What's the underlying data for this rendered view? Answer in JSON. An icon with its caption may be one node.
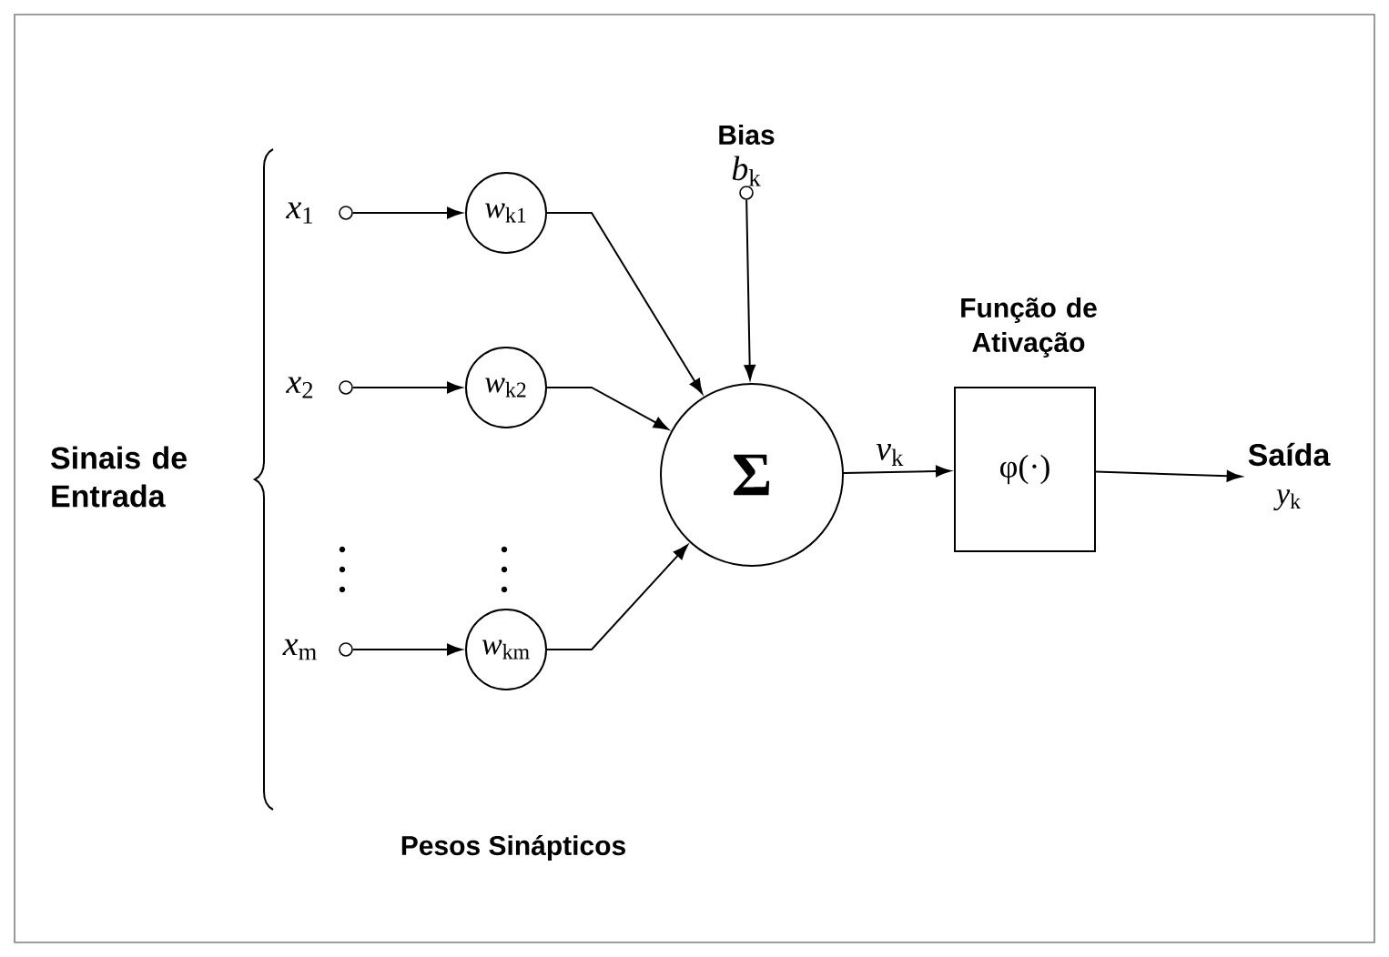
{
  "diagram": {
    "nodes": [
      {
        "text": [],
        "shape": "circle",
        "beside": [
          "*x*$_{1}$"
        ]
      },
      {
        "text": [],
        "shape": "circle",
        "beside": [
          "*x*$_{2}$"
        ]
      },
      {
        "text": [],
        "shape": "circle",
        "beside": [
          "*x*$_{m}$"
        ]
      },
      {
        "text": [
          "*w*$_{k1}$"
        ]
      },
      {
        "text": [
          "*w*$_{k2}$"
        ]
      },
      {
        "text": [
          "*w*$_{km}$"
        ]
      },
      {
        "text": [],
        "shape": "circle",
        "beside": [
          "Bias",
          "*b*$_{k}$"
        ]
      },
      {
        "text": [
          "Σ"
        ]
      },
      {
        "text": [
          "φ(·)"
        ],
        "beside": [
          "Função de Ativação"
        ]
      },
      {
        "text": [
          "Saída",
          "*y*$_{k}$"
        ]
      }
    ],
    "edges": [
      {
        "from": 0,
        "to": 3,
        "arrow": "to"
      },
      {
        "from": 1,
        "to": 4,
        "arrow": "to"
      },
      {
        "from": 2,
        "to": 5,
        "arrow": "to"
      },
      {
        "from": 3,
        "to": 7,
        "arrow": "to"
      },
      {
        "from": 4,
        "to": 7,
        "arrow": "to"
      },
      {
        "from": 5,
        "to": 7,
        "arrow": "to"
      },
      {
        "from": 6,
        "to": 7,
        "arrow": "to"
      },
      {
        "from": 7,
        "to": 8,
        "arrow": "to",
        "label": "*v*$_{k}$"
      },
      {
        "from": 8,
        "to": 9,
        "arrow": "to"
      }
    ],
    "labels": [
      "Sinais de Entrada",
      "Pesos Sinápticos"
    ]
  }
}
